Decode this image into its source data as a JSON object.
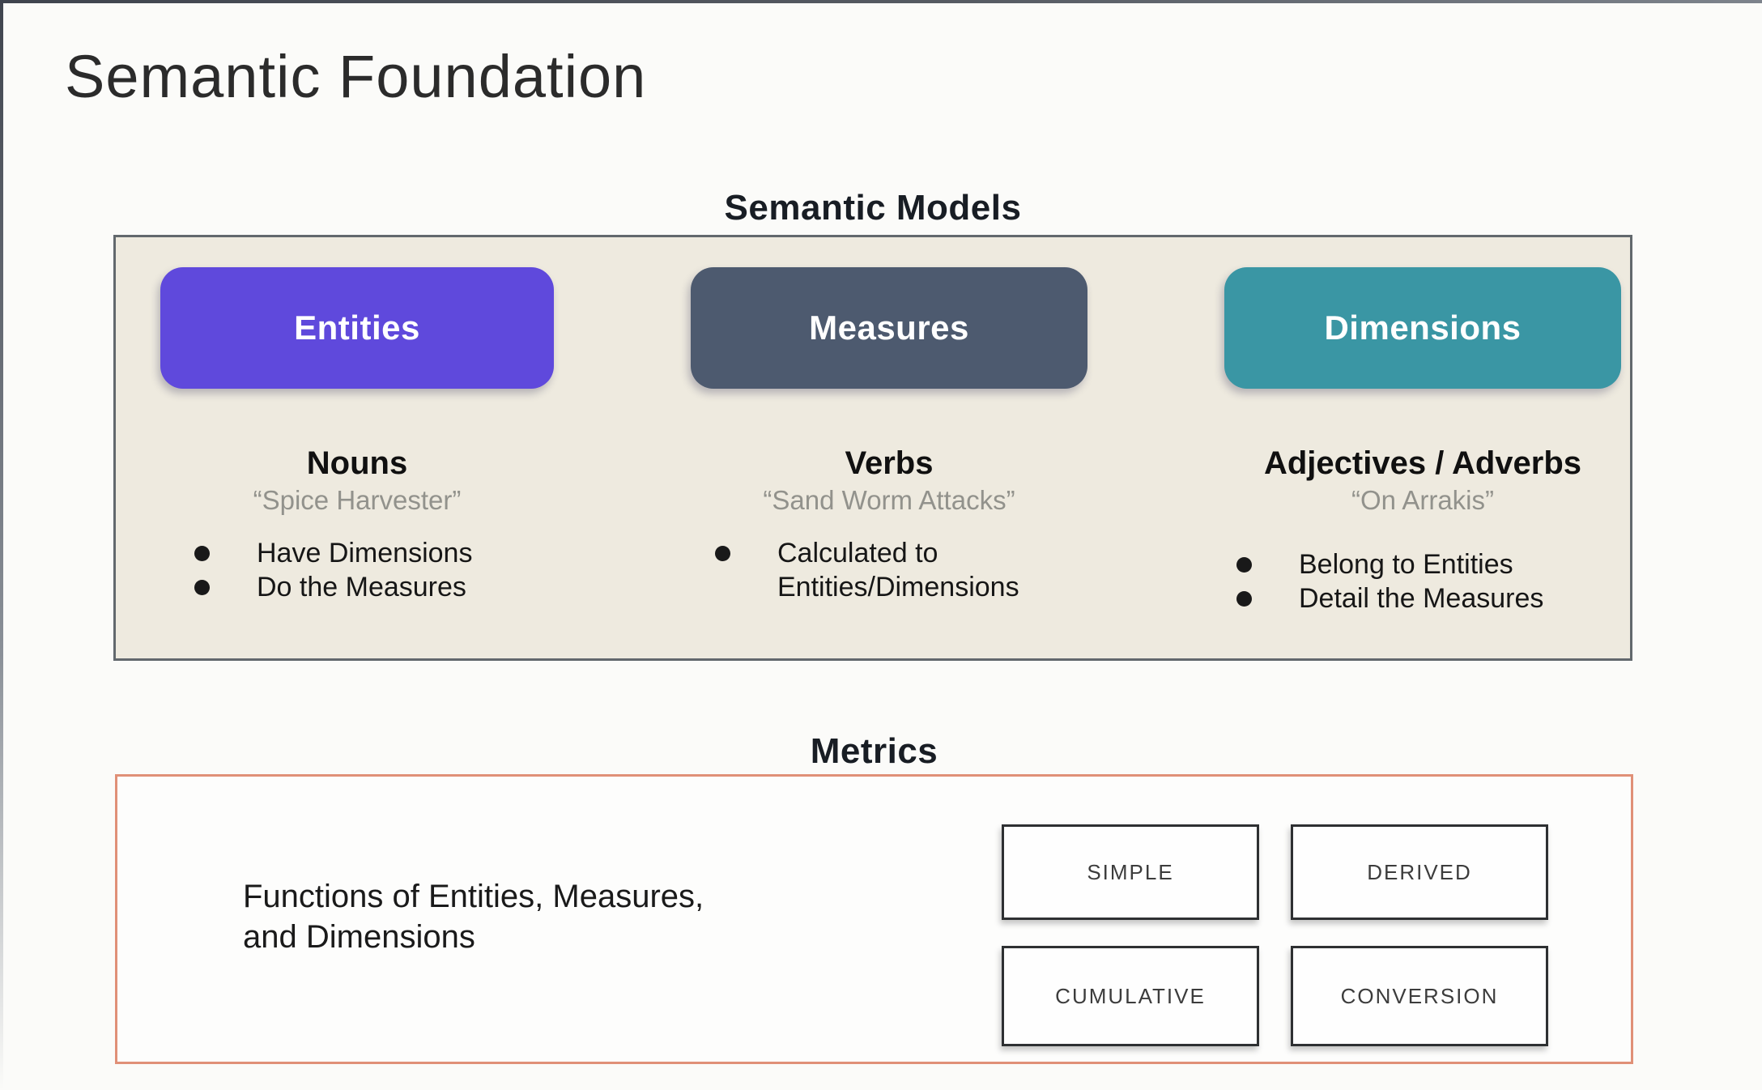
{
  "title": "Semantic Foundation",
  "semantic_models": {
    "heading": "Semantic Models",
    "columns": [
      {
        "pill_label": "Entities",
        "pill_color": "#5f49dc",
        "role": "Nouns",
        "example": "“Spice Harvester”",
        "bullets": [
          "Have Dimensions",
          "Do the Measures"
        ]
      },
      {
        "pill_label": "Measures",
        "pill_color": "#4d5a6f",
        "role": "Verbs",
        "example": "“Sand Worm Attacks”",
        "bullets": [
          "Calculated to Entities/Dimensions"
        ]
      },
      {
        "pill_label": "Dimensions",
        "pill_color": "#3a96a4",
        "role": "Adjectives / Adverbs",
        "example": "“On Arrakis”",
        "bullets": [
          "Belong to Entities",
          "Detail the Measures"
        ]
      }
    ]
  },
  "metrics": {
    "heading": "Metrics",
    "description": "Functions of Entities, Measures,\nand Dimensions",
    "types": [
      "SIMPLE",
      "DERIVED",
      "CUMULATIVE",
      "CONVERSION"
    ]
  },
  "colors": {
    "panel_background": "#eeeadf",
    "panel_border": "#62686d",
    "metrics_border": "#e09077",
    "entities_accent": "#5f49dc",
    "measures_accent": "#4d5a6f",
    "dimensions_accent": "#3a96a4"
  }
}
